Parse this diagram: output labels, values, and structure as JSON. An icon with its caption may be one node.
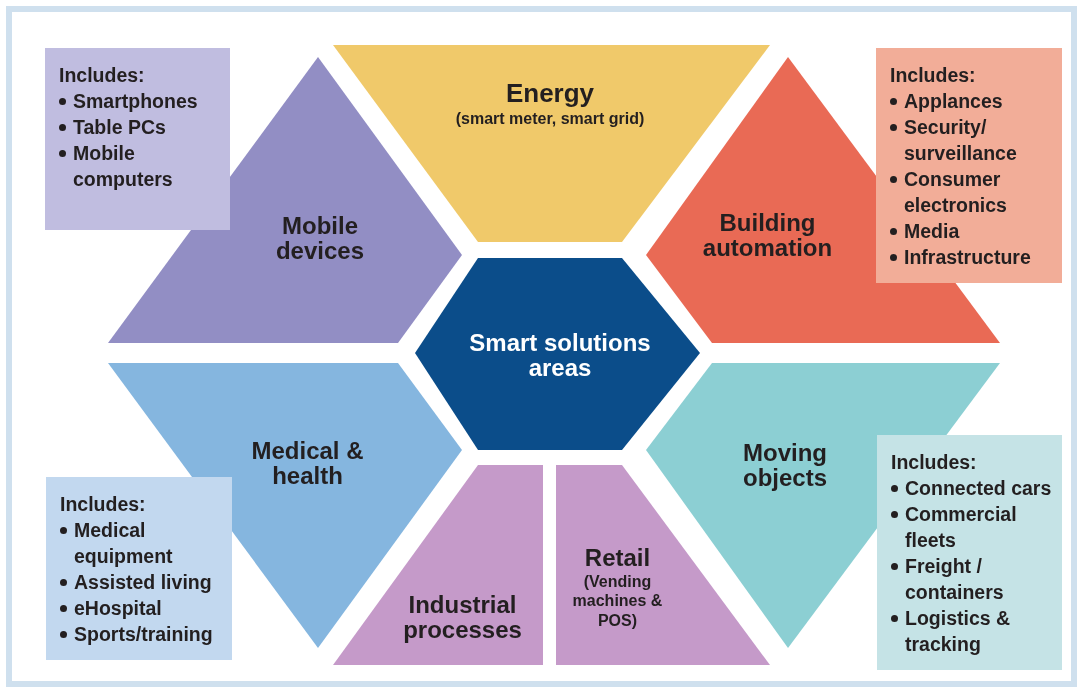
{
  "diagram": {
    "nodes": [
      {
        "text": [
          "Includes:",
          "Smartphones",
          "Table PCs",
          "Mobile computers"
        ]
      },
      {
        "text": [
          "Energy",
          "(smart meter, smart grid)"
        ]
      },
      {
        "text": [
          "Includes:",
          "Applances",
          "Security/ surveillance",
          "Consumer electronics",
          "Media",
          "Infrastructure"
        ]
      },
      {
        "text": [
          "Mobile devices"
        ]
      },
      {
        "text": [
          "Building automation"
        ]
      },
      {
        "text": [
          "Smart solutions areas"
        ]
      },
      {
        "text": [
          "Medical & health"
        ]
      },
      {
        "text": [
          "Moving objects"
        ]
      },
      {
        "text": [
          "Includes:",
          "Connected cars",
          "Commercial fleets",
          "Freight / containers",
          "Logistics & tracking"
        ]
      },
      {
        "text": [
          "Includes:",
          "Medical equipment",
          "Assisted living",
          "eHospital",
          "Sports/training"
        ]
      },
      {
        "text": [
          "Industrial processes"
        ]
      },
      {
        "text": [
          "Retail",
          "(Vending machines & POS)"
        ]
      }
    ],
    "edges": []
  }
}
